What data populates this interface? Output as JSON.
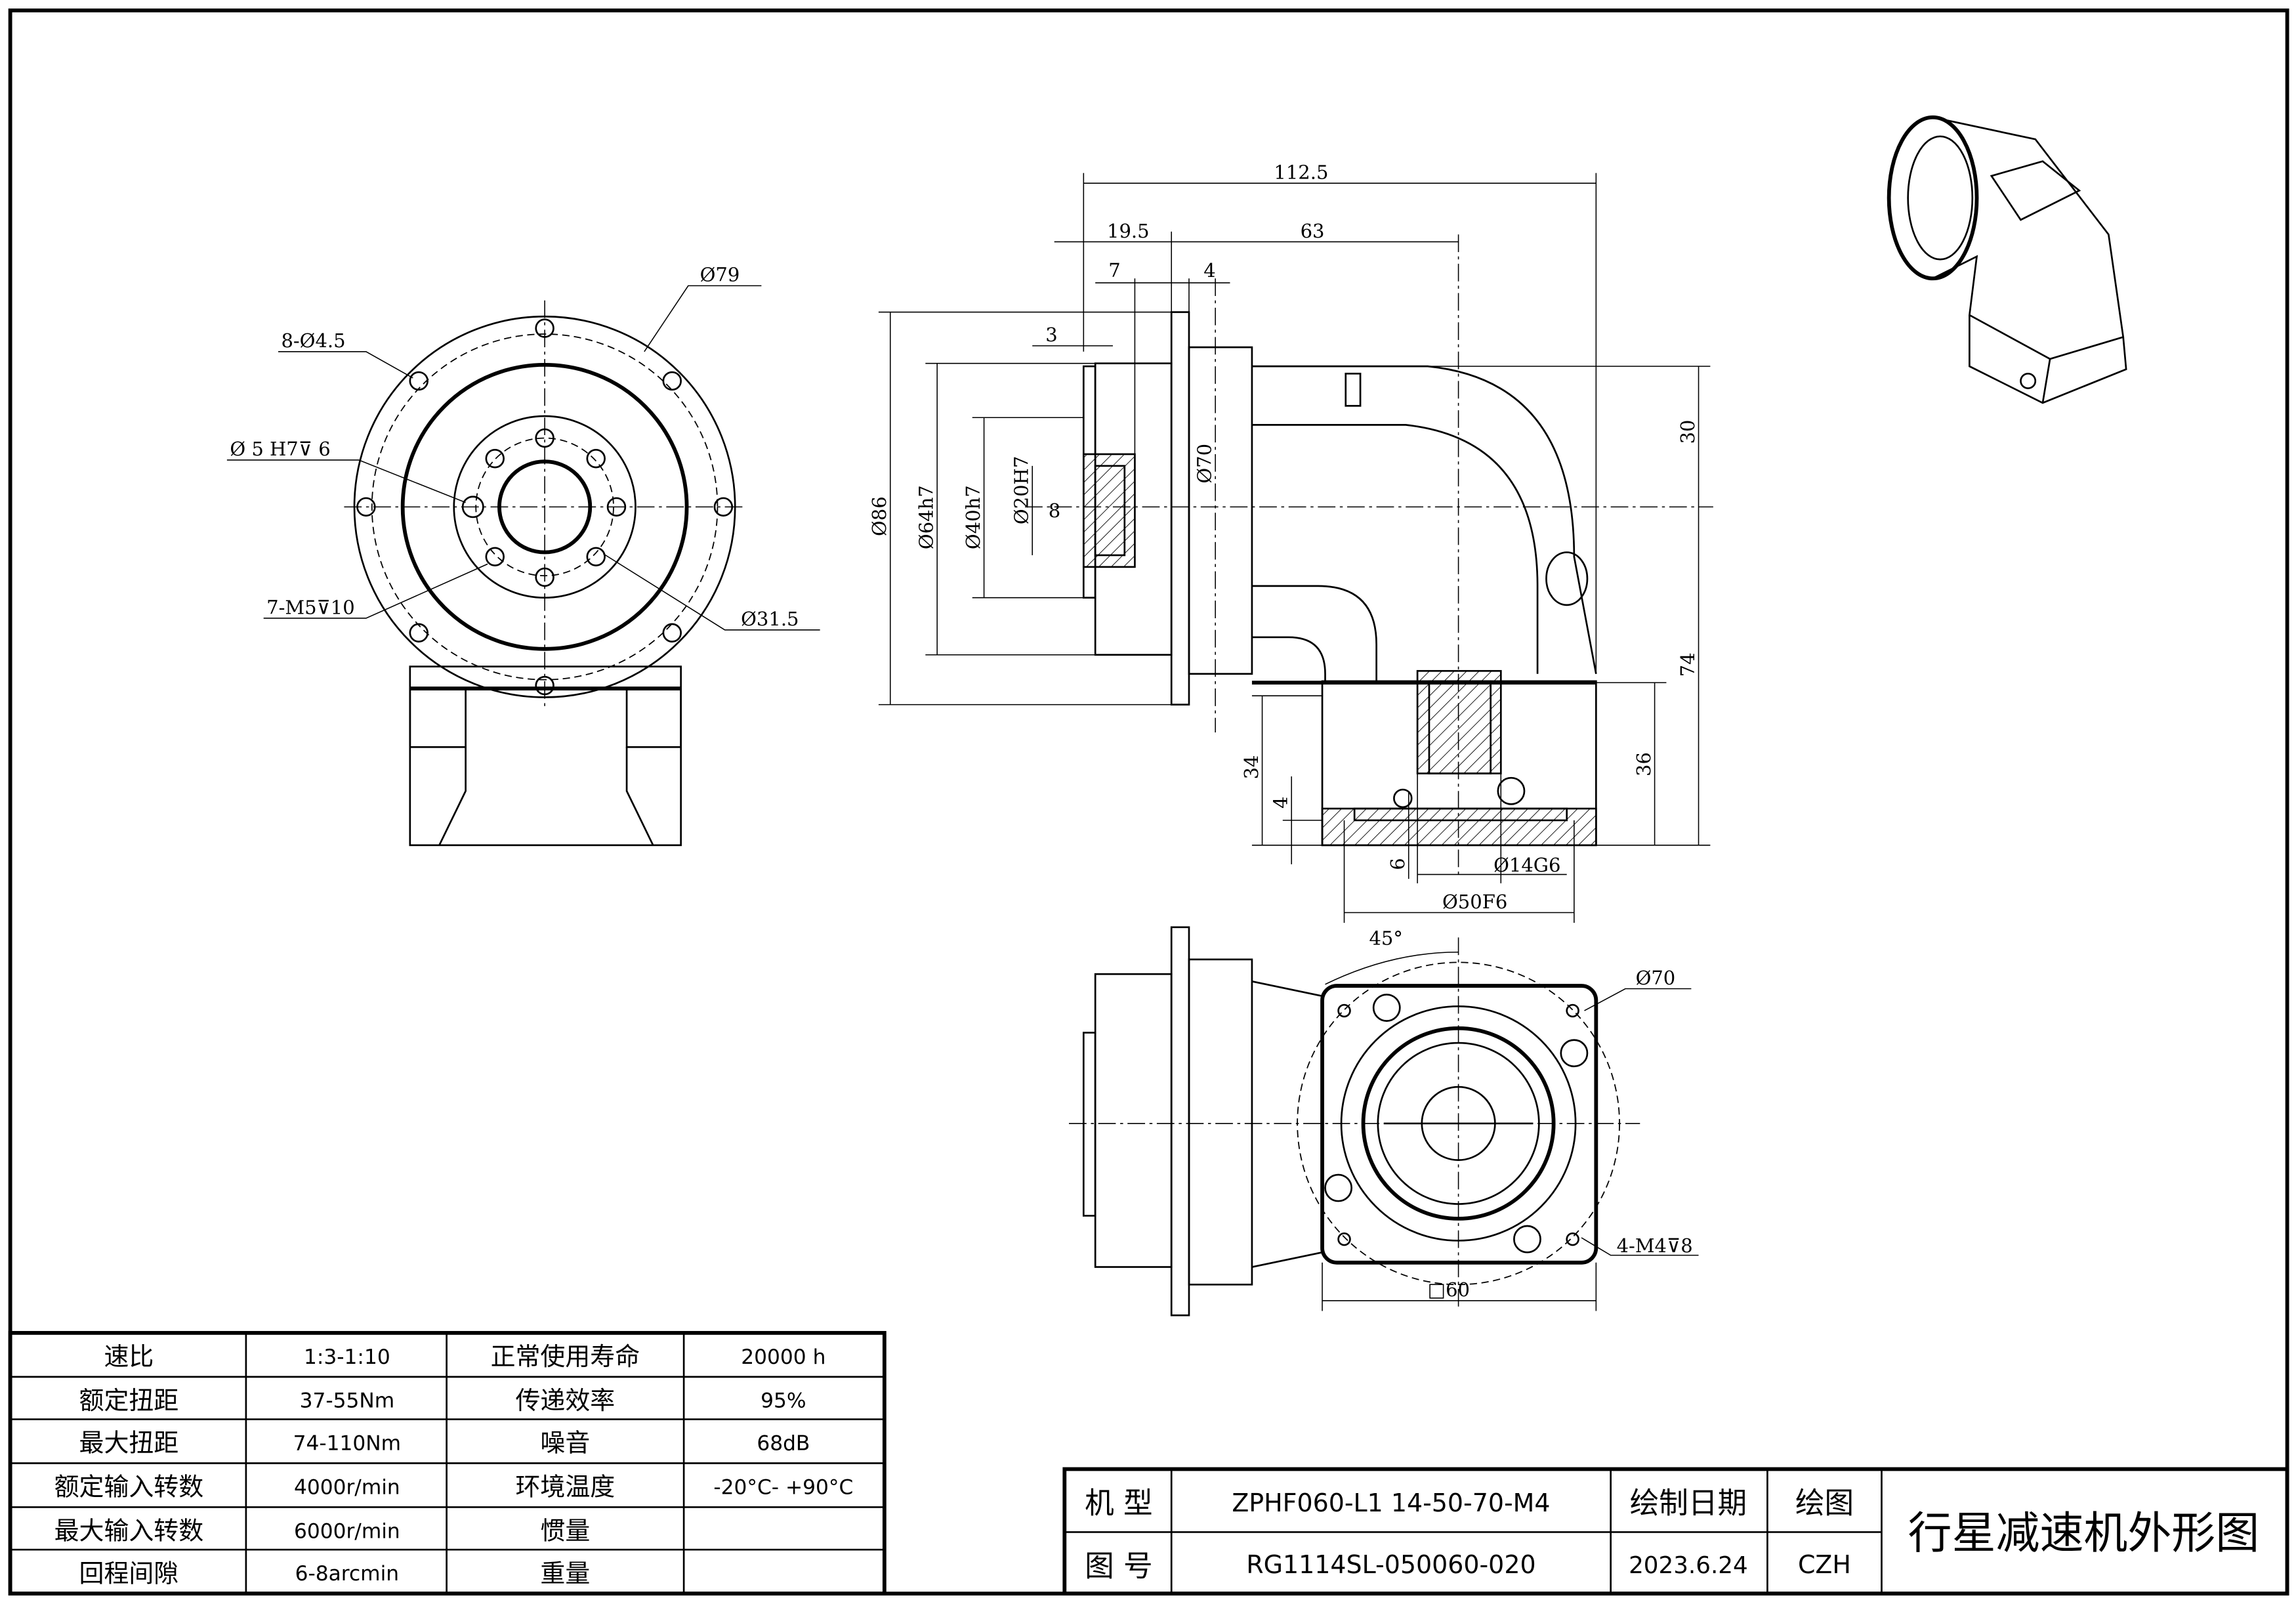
{
  "front_view": {
    "dims": [
      "Ø79",
      "8-Ø4.5",
      "Ø 5 H7⊽ 6",
      "7-M5⊽10",
      "Ø31.5"
    ]
  },
  "side_view": {
    "dims": [
      "112.5",
      "19.5",
      "63",
      "7",
      "4",
      "3",
      "Ø86",
      "Ø64h7",
      "Ø40h7",
      "Ø20H7",
      "8",
      "Ø70",
      "30",
      "74",
      "36",
      "34",
      "4",
      "6",
      "Ø14G6",
      "Ø50F6"
    ]
  },
  "bottom_view": {
    "dims": [
      "45°",
      "Ø70",
      "4-M4⊽8",
      "□60"
    ]
  },
  "spec_table": {
    "rows": [
      [
        "速比",
        "1:3-1:10",
        "正常使用寿命",
        "20000 h"
      ],
      [
        "额定扭距",
        "37-55Nm",
        "传递效率",
        "95%"
      ],
      [
        "最大扭距",
        "74-110Nm",
        "噪音",
        "68dB"
      ],
      [
        "额定输入转数",
        "4000r/min",
        "环境温度",
        "-20°C- +90°C"
      ],
      [
        "最大输入转数",
        "6000r/min",
        "惯量",
        ""
      ],
      [
        "回程间隙",
        "6-8arcmin",
        "重量",
        ""
      ]
    ]
  },
  "title_block": {
    "model_label": "机 型",
    "model_value": "ZPHF060-L1 14-50-70-M4",
    "drawing_no_label": "图 号",
    "drawing_no_value": "RG1114SL-050060-020",
    "date_label": "绘制日期",
    "date_value": "2023.6.24",
    "drawer_label": "绘图",
    "drawer_value": "CZH",
    "title": "行星减速机外形图"
  }
}
